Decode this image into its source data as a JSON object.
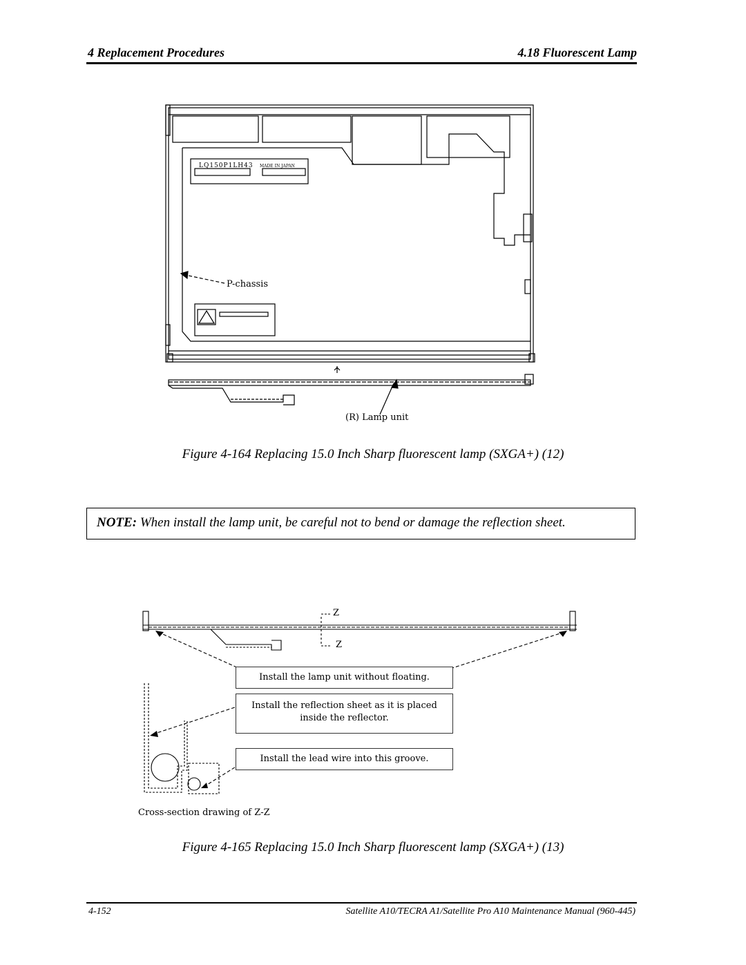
{
  "header": {
    "left": "4  Replacement Procedures",
    "right": "4.18 Fluorescent Lamp"
  },
  "figure1": {
    "label_chassis": "P-chassis",
    "label_lamp": "(R)  Lamp unit",
    "panel_model": "LQ150P1LH43",
    "panel_origin": "MADE IN JAPAN",
    "caption": "Figure 4-164 Replacing 15.0 Inch Sharp fluorescent lamp (SXGA+) (12)"
  },
  "note": {
    "prefix": "NOTE:",
    "text": "When install the lamp unit, be careful not to bend or damage the reflection sheet."
  },
  "figure2": {
    "z_top": "Z",
    "z_bottom": "Z",
    "callout1": "Install the lamp unit without floating.",
    "callout2_line1": "Install the reflection sheet as it is placed",
    "callout2_line2": "inside the reflector.",
    "callout3": "Install the lead wire into this groove.",
    "cross_section": "Cross-section drawing of Z-Z",
    "caption": "Figure 4-165 Replacing 15.0 Inch Sharp fluorescent lamp (SXGA+) (13)"
  },
  "footer": {
    "left": "4-152",
    "right": "Satellite A10/TECRA A1/Satellite Pro A10  Maintenance Manual (960-445)"
  }
}
